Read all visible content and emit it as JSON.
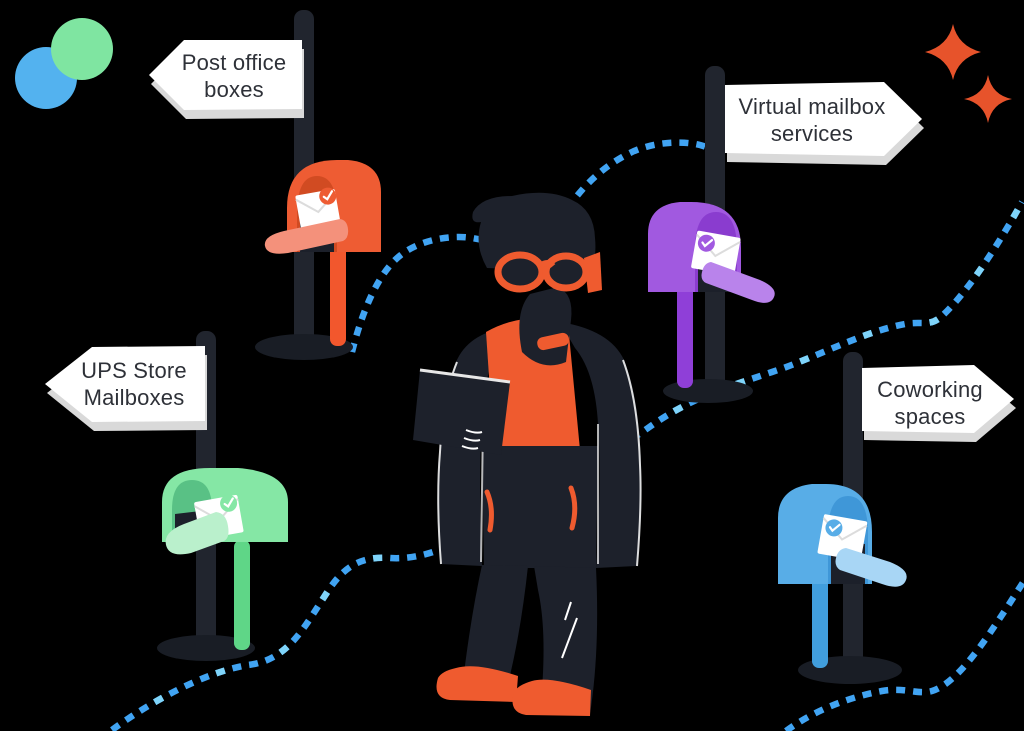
{
  "scene": {
    "description": "Illustration of a person choosing between four mailbox options",
    "background": "#000000"
  },
  "signs": [
    {
      "line1": "Post office",
      "line2": "boxes",
      "direction": "left"
    },
    {
      "line1": "Virtual mailbox",
      "line2": "services",
      "direction": "right"
    },
    {
      "line1": "UPS Store",
      "line2": "Mailboxes",
      "direction": "left"
    },
    {
      "line1": "Coworking",
      "line2": "spaces",
      "direction": "right"
    }
  ],
  "colors": {
    "sign_bg": "#ffffff",
    "sign_shadow": "#d9d9d9",
    "sign_text": "#2e3138",
    "dotted_line": "#41a4f3",
    "dotted_line_highlight": "#7fd4fa",
    "pole": "#21252e",
    "base": "#191d25",
    "slot_dark": "#1c202a",
    "orange": "#ee5c33",
    "orange_door": "#f4917b",
    "orange_stream": "#f2572d",
    "purple": "#a159e0",
    "purple_door": "#b983eb",
    "purple_stream": "#8f3fd8",
    "green": "#85e7a5",
    "green_door": "#baf0cc",
    "green_stream": "#5fd687",
    "blue": "#58ade7",
    "blue_door": "#a8d6f5",
    "blue_stream": "#419edd",
    "decor_green": "#7fe5a1",
    "decor_blue": "#53b2ef",
    "sparkle_orange": "#e7532b",
    "person_dark": "#1d212b",
    "person_accent": "#ef5b2f",
    "envelope": "#ffffff"
  }
}
